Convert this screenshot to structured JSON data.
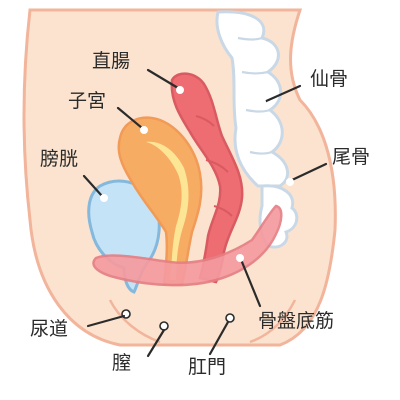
{
  "labels": {
    "rectum": "直腸",
    "uterus": "子宮",
    "bladder": "膀胱",
    "sacrum": "仙骨",
    "coccyx": "尾骨",
    "urethra": "尿道",
    "vagina": "膣",
    "anus": "肛門",
    "pelvic_floor": "骨盤底筋"
  },
  "colors": {
    "body": "#fbe3cf",
    "body_outline": "#f2b49a",
    "bone": "#ffffff",
    "bone_outline": "#c9d8e6",
    "rectum": "#ee6d72",
    "uterus": "#f7ac63",
    "uterus_inner": "#fde596",
    "bladder": "#c5e3f7",
    "bladder_outline": "#84b8dc",
    "pelvic_floor": "#f59ba0",
    "text": "#2b2b2b"
  }
}
